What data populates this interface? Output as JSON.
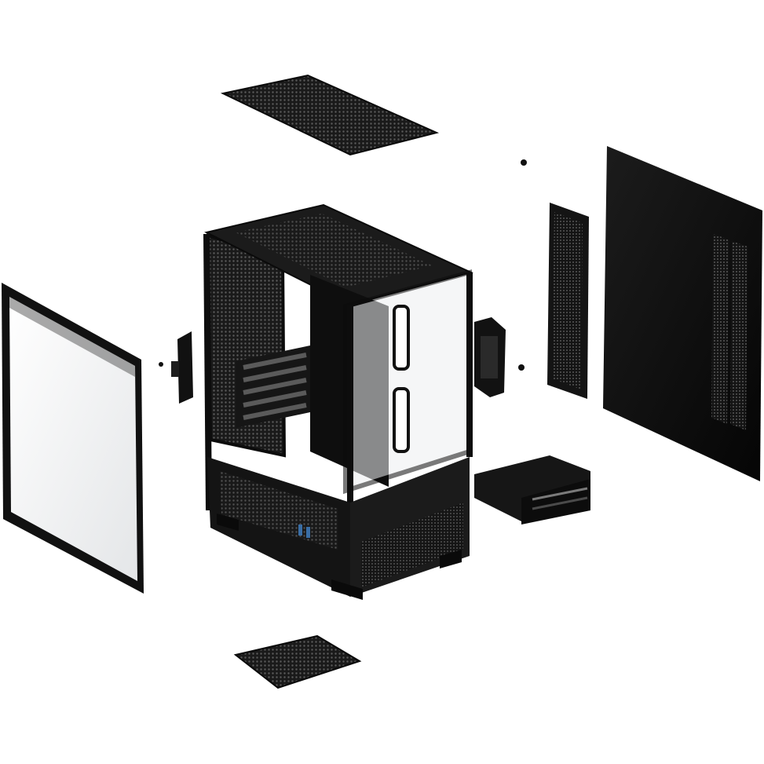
{
  "image": {
    "subject": "exploded-view-pc-case",
    "background_color": "#ffffff",
    "parts": [
      {
        "name": "top-dust-filter"
      },
      {
        "name": "left-glass-side-panel"
      },
      {
        "name": "left-gpu-bracket"
      },
      {
        "name": "chassis-frame"
      },
      {
        "name": "front-glass-panel"
      },
      {
        "name": "ssd-mount-bracket"
      },
      {
        "name": "side-mesh-filter"
      },
      {
        "name": "right-steel-side-panel"
      },
      {
        "name": "drive-cage"
      },
      {
        "name": "bottom-dust-filter"
      }
    ],
    "colors": {
      "case_black": "#141414",
      "panel_dark": "#0c0c0c",
      "mesh_gray": "#3a3a3a",
      "glass_tint": "#e9eaec",
      "highlight": "#4a4a4a"
    }
  }
}
